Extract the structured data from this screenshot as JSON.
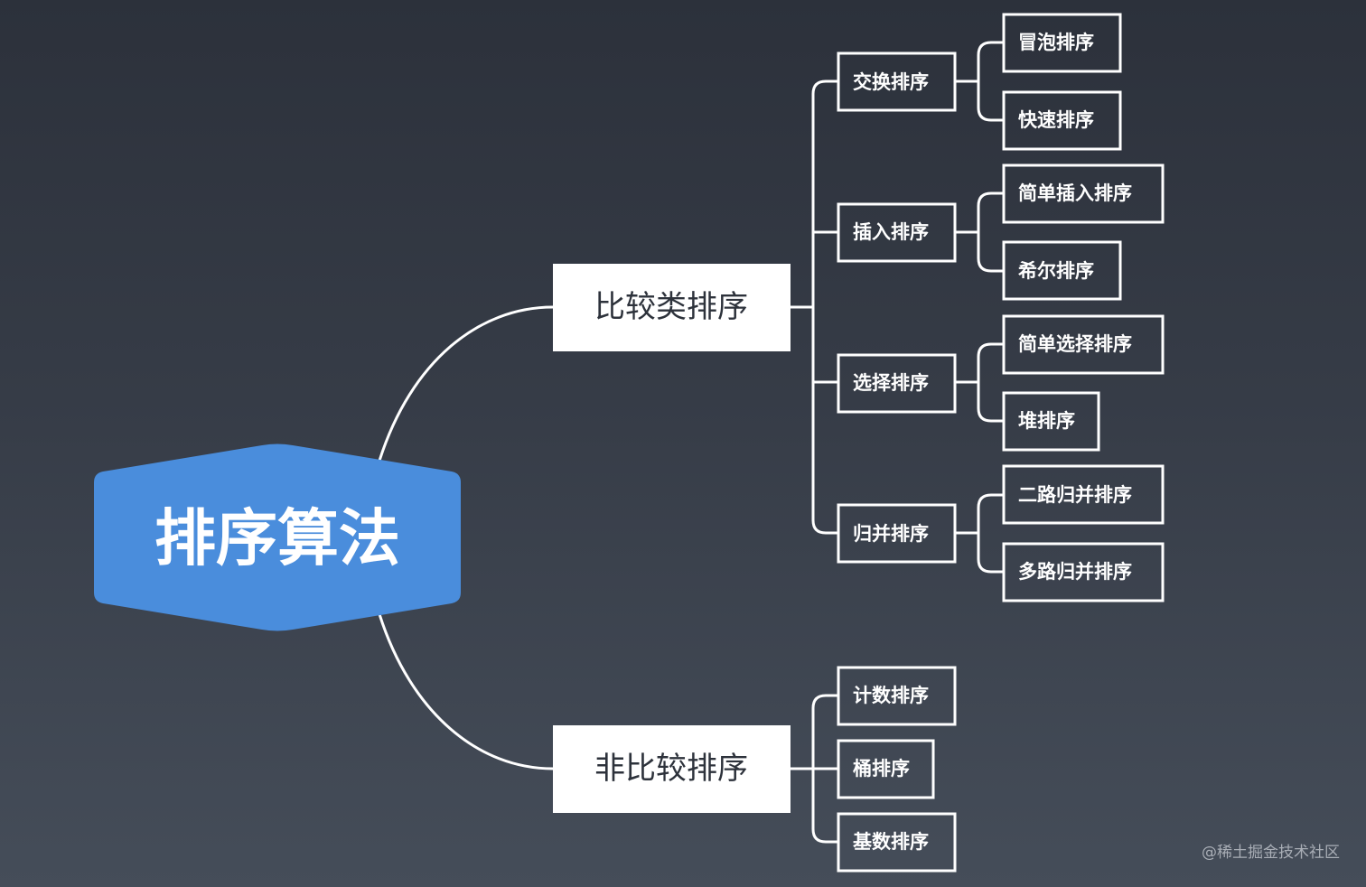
{
  "root": {
    "label": "排序算法",
    "color": "#4a8ddc"
  },
  "branches": [
    {
      "label": "比较类排序",
      "groups": [
        {
          "label": "交换排序",
          "leaves": [
            "冒泡排序",
            "快速排序"
          ]
        },
        {
          "label": "插入排序",
          "leaves": [
            "简单插入排序",
            "希尔排序"
          ]
        },
        {
          "label": "选择排序",
          "leaves": [
            "简单选择排序",
            "堆排序"
          ]
        },
        {
          "label": "归并排序",
          "leaves": [
            "二路归并排序",
            "多路归并排序"
          ]
        }
      ]
    },
    {
      "label": "非比较排序",
      "groups": [
        {
          "label": "计数排序",
          "leaves": []
        },
        {
          "label": "桶排序",
          "leaves": []
        },
        {
          "label": "基数排序",
          "leaves": []
        }
      ]
    }
  ],
  "watermark": "@稀土掘金技术社区"
}
